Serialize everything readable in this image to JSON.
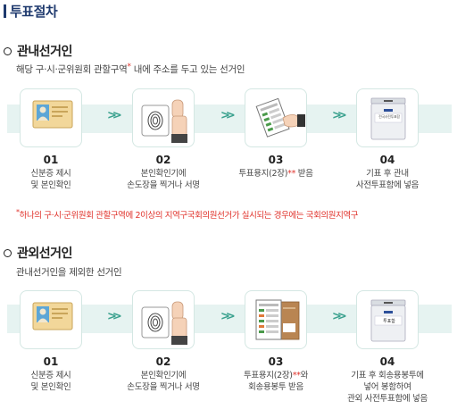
{
  "page_title": "투표절차",
  "colors": {
    "accent": "#1f3a6e",
    "band": "#e6f3f1",
    "arrow": "#3aa18e",
    "note_red": "#e0322b"
  },
  "sections": [
    {
      "title": "관내선거인",
      "description_pre": "해당 구·시·군위원회 관할구역",
      "description_mark": "*",
      "description_post": " 내에 주소를 두고 있는 선거인",
      "steps": [
        {
          "num": "01",
          "line1": "신분증 제시",
          "line2": "및 본인확인",
          "icon": "id-card-icon"
        },
        {
          "num": "02",
          "line1": "본인확인기에",
          "line2": "손도장을 찍거나 서명",
          "icon": "fingerprint-scanner-icon"
        },
        {
          "num": "03",
          "line1": "투표용지(2장)",
          "line1_mark": "**",
          "line1_post": " 받음",
          "icon": "ballot-hand-icon"
        },
        {
          "num": "04",
          "line1": "기표 후 관내",
          "line2": "사전투표함에 넣음",
          "icon": "ballot-box-icon"
        }
      ]
    },
    {
      "title": "관외선거인",
      "description_pre": "관내선거인을 제외한 선거인",
      "steps": [
        {
          "num": "01",
          "line1": "신분증 제시",
          "line2": "및 본인확인",
          "icon": "id-card-icon"
        },
        {
          "num": "02",
          "line1": "본인확인기에",
          "line2": "손도장을 찍거나 서명",
          "icon": "fingerprint-scanner-icon"
        },
        {
          "num": "03",
          "line1": "투표용지(2장)",
          "line1_mark": "**",
          "line1_post": "와",
          "line2": "회송용봉투 받음",
          "icon": "ballot-envelope-icon"
        },
        {
          "num": "04",
          "line1": "기표 후 회송용봉투에",
          "line2": "넣어 봉함하여",
          "line3": "관외 사전투표함에 넣음",
          "icon": "ballot-box-icon",
          "box_label": "투표함"
        }
      ]
    }
  ],
  "note": {
    "mark": "*",
    "text": "하나의 구·시·군위원회 관할구역에 2이상의 지역구국회의원선거가 실시되는 경우에는 국회의원지역구"
  },
  "box_sticker_text": "전국사전투표함"
}
